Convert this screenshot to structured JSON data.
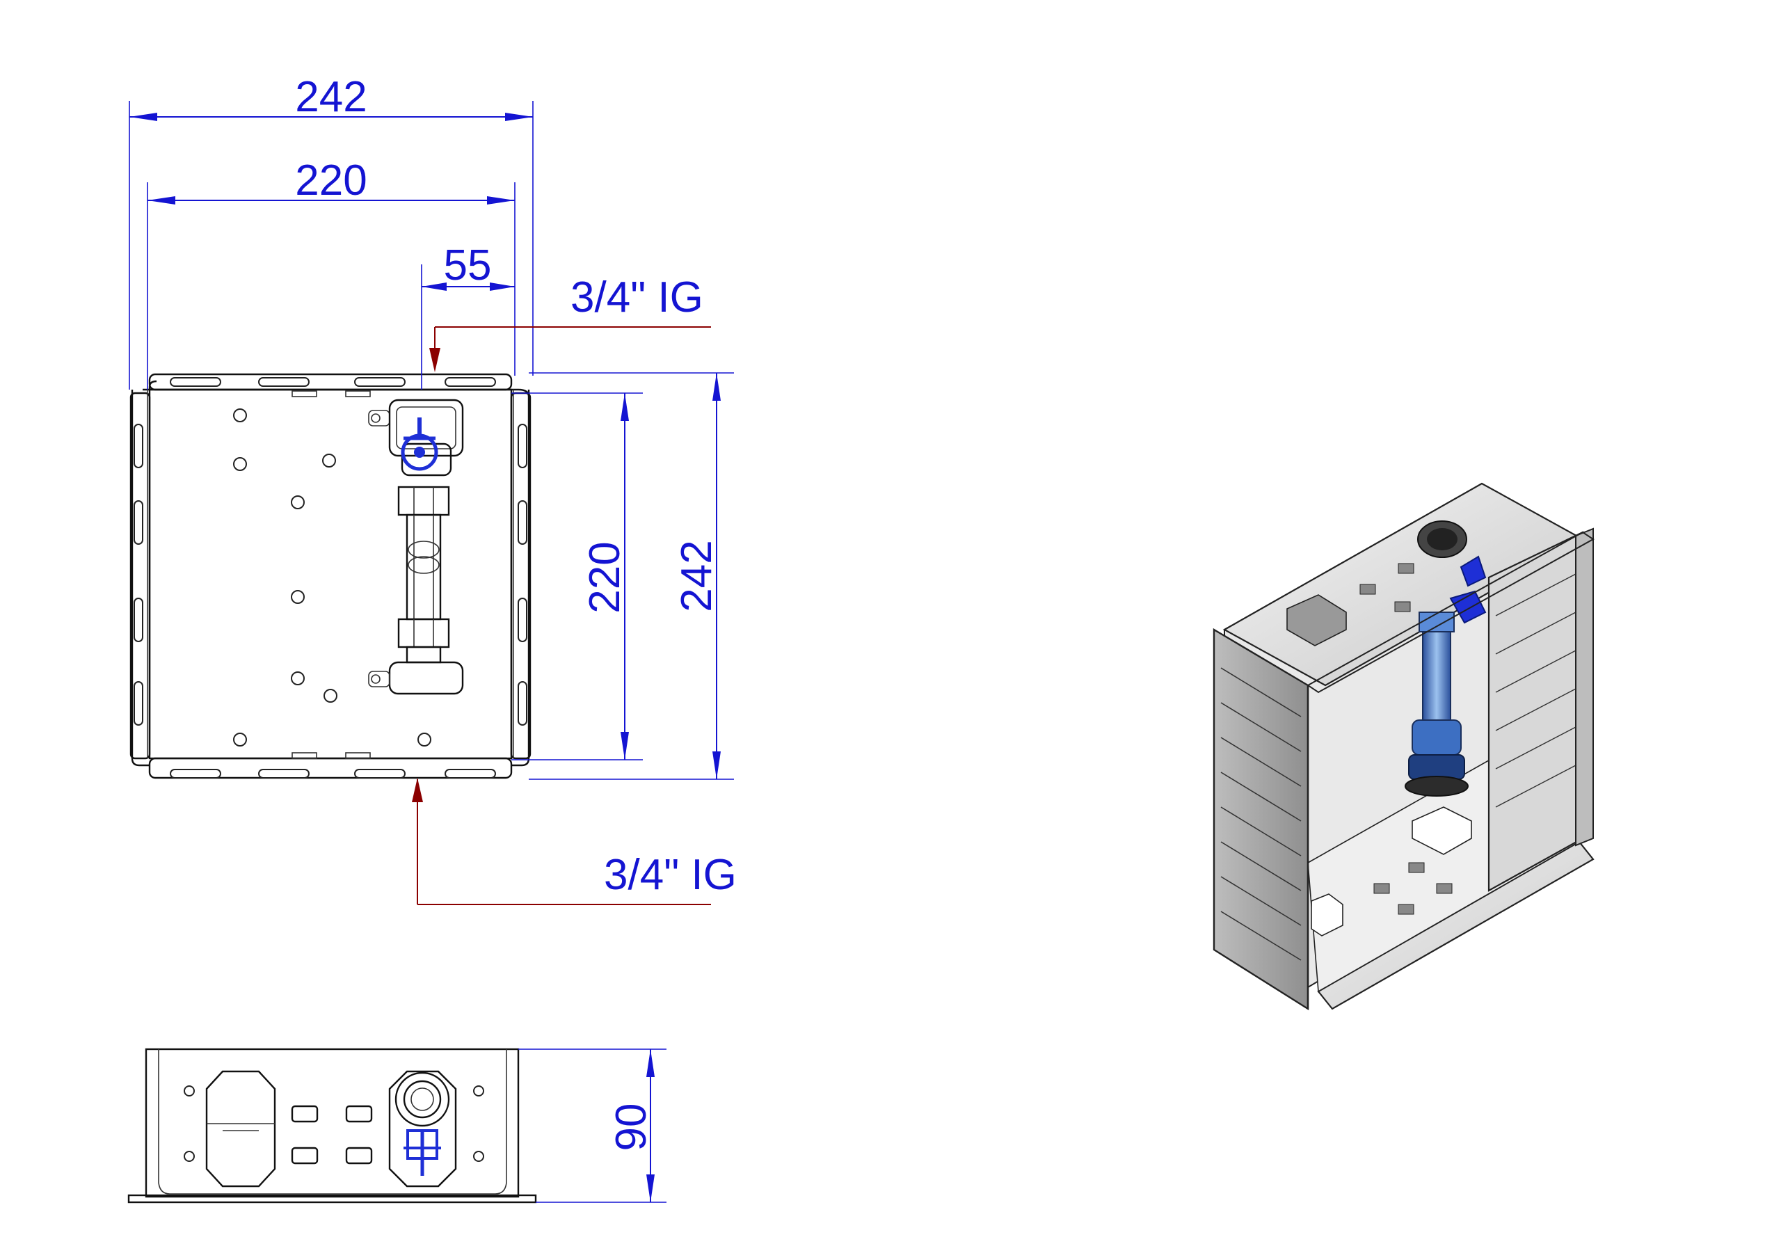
{
  "front_view": {
    "dim_width_outer": "242",
    "dim_width_inner": "220",
    "dim_offset": "55",
    "dim_height_inner": "220",
    "dim_height_outer": "242",
    "callout_top": "3/4\" IG",
    "callout_bottom": "3/4\" IG"
  },
  "bottom_view": {
    "dim_depth": "90"
  },
  "colors": {
    "dimension": "#1414d2",
    "leader": "#8b0000",
    "outline": "#111111",
    "valve_handle": "#1e2fd6",
    "pipe_blue": "#4a7fd0"
  }
}
